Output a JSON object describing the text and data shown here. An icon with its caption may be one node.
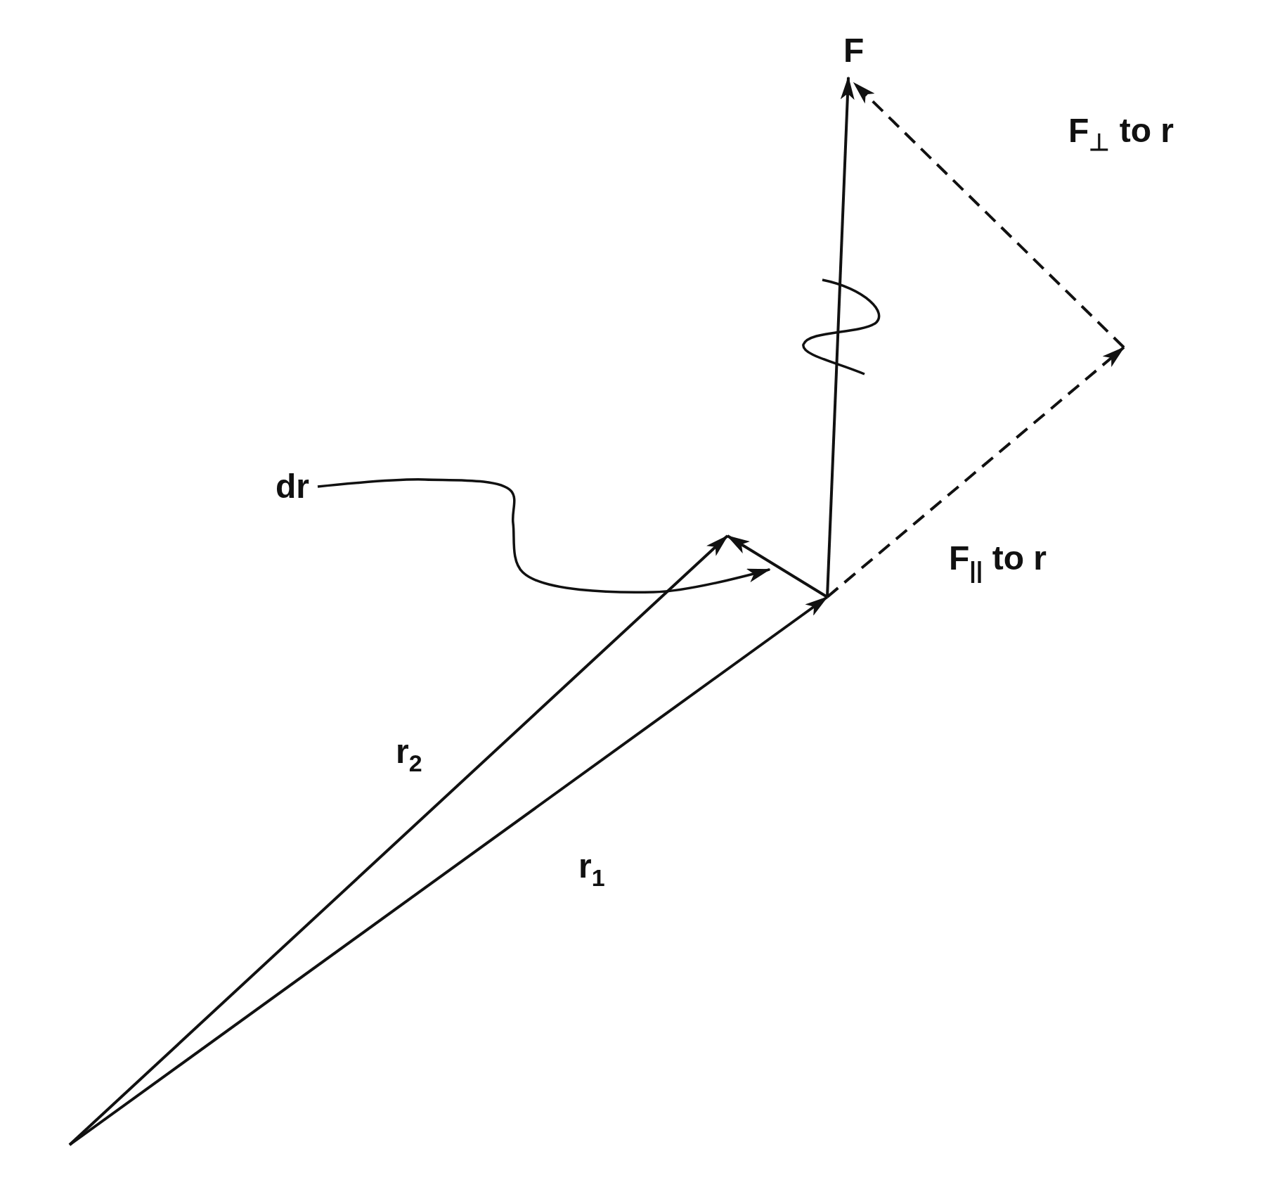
{
  "diagram": {
    "nodes": [
      {
        "text": [
          "dr"
        ]
      },
      {
        "text": [],
        "shape": "arrow"
      }
    ],
    "edges": [
      {
        "from": 0,
        "to": 1,
        "arrow": "to"
      }
    ],
    "labels": [
      "F",
      "F$_{⊥}$ to r",
      "F$_{||}$ to r",
      "r$_{2}$",
      "r$_{1}$"
    ]
  }
}
